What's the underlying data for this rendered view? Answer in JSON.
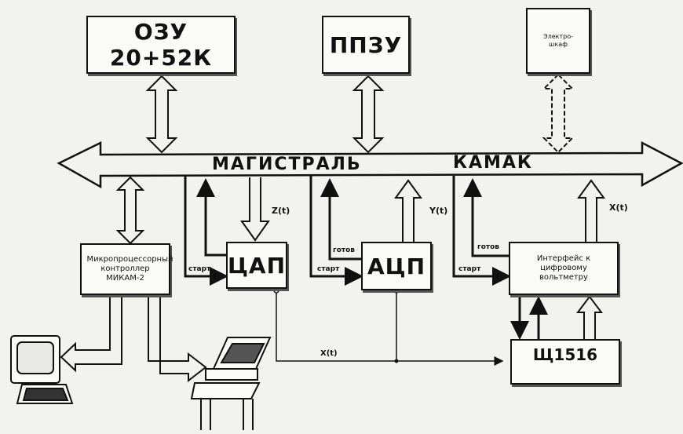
{
  "blocks": {
    "ozu": "ОЗУ 20+52К",
    "ppzu": "ППЗУ",
    "elektroshkaf": "Электро-шкаф",
    "controller": "Микропроцессорный контроллер МИКАМ-2",
    "cap": "ЦАП",
    "acp": "АЦП",
    "interface": "Интерфейс к цифровому вольтметру",
    "shch": "Щ1516"
  },
  "bus": {
    "label_left": "МАГИСТРАЛЬ",
    "label_right": "КАМАК"
  },
  "signals": {
    "start": "старт",
    "gotov": "готов",
    "z": "Z(t)",
    "y": "Y(t)",
    "x_right": "X(t)",
    "x_bottom": "X(t)"
  }
}
